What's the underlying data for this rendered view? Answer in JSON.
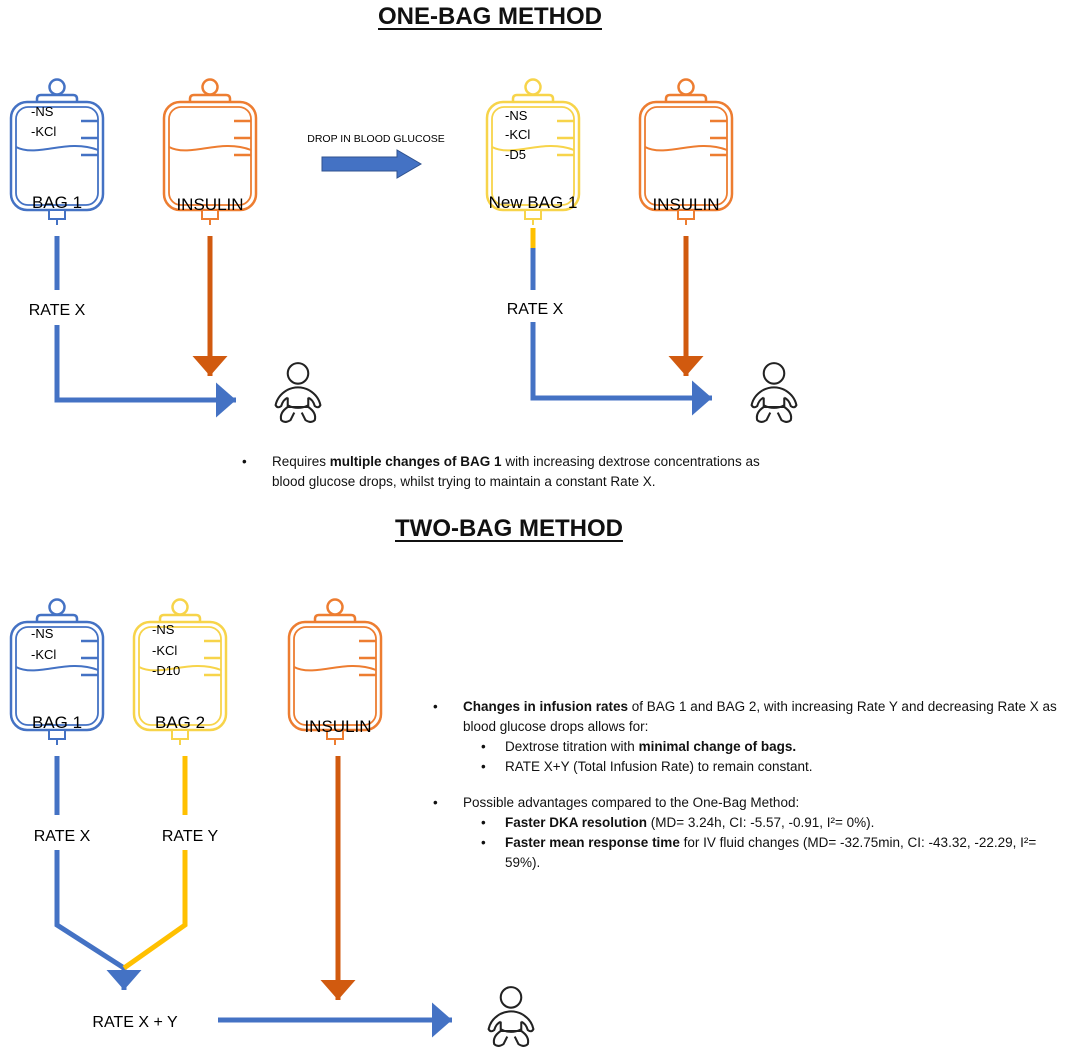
{
  "one_bag": {
    "title": "ONE-BAG METHOD",
    "bag1": {
      "label": "BAG 1",
      "contents": [
        "-NS",
        "-KCl"
      ]
    },
    "insulin_label": "INSULIN",
    "arrow_label": "DROP IN BLOOD GLUCOSE",
    "new_bag1": {
      "label": "New BAG 1",
      "contents": [
        "-NS",
        "-KCl",
        "-D5"
      ]
    },
    "insulin2_label": "INSULIN",
    "rate_left": "RATE X",
    "rate_right": "RATE X",
    "note": {
      "pre": "Requires ",
      "bold": "multiple changes of BAG 1",
      "post": " with increasing dextrose concentrations as blood glucose drops, whilst trying to maintain a constant Rate X."
    }
  },
  "two_bag": {
    "title": "TWO-BAG METHOD",
    "bag1": {
      "label": "BAG 1",
      "contents": [
        "-NS",
        "-KCl"
      ]
    },
    "bag2": {
      "label": "BAG 2",
      "contents": [
        "-NS",
        "-KCl",
        "-D10"
      ]
    },
    "insulin_label": "INSULIN",
    "rate_x": "RATE X",
    "rate_y": "RATE Y",
    "rate_xy": "RATE X + Y",
    "bullet1": {
      "bold": "Changes in infusion rates",
      "post": " of BAG 1 and BAG 2, with increasing Rate Y and decreasing Rate X as blood glucose drops allows for:",
      "sub1_pre": "Dextrose titration with ",
      "sub1_bold": "minimal change of bags.",
      "sub2": "RATE X+Y (Total Infusion Rate) to remain constant."
    },
    "bullet2": {
      "text": "Possible advantages compared to the One-Bag Method:",
      "sub1_bold": "Faster DKA resolution",
      "sub1_post": " (MD= 3.24h, CI: -5.57, -0.91, I²= 0%).",
      "sub2_bold": "Faster mean response time",
      "sub2_post": " for IV fluid changes (MD= -32.75min, CI: -43.32, -22.29, I²= 59%)."
    }
  },
  "colors": {
    "blue": "#4472C4",
    "orange": "#ED7D31",
    "orange_line": "#D15A0F",
    "yellow": "#FFC000",
    "yellow_bag": "#F7D44A"
  },
  "icons": {
    "patient": "baby-icon"
  }
}
